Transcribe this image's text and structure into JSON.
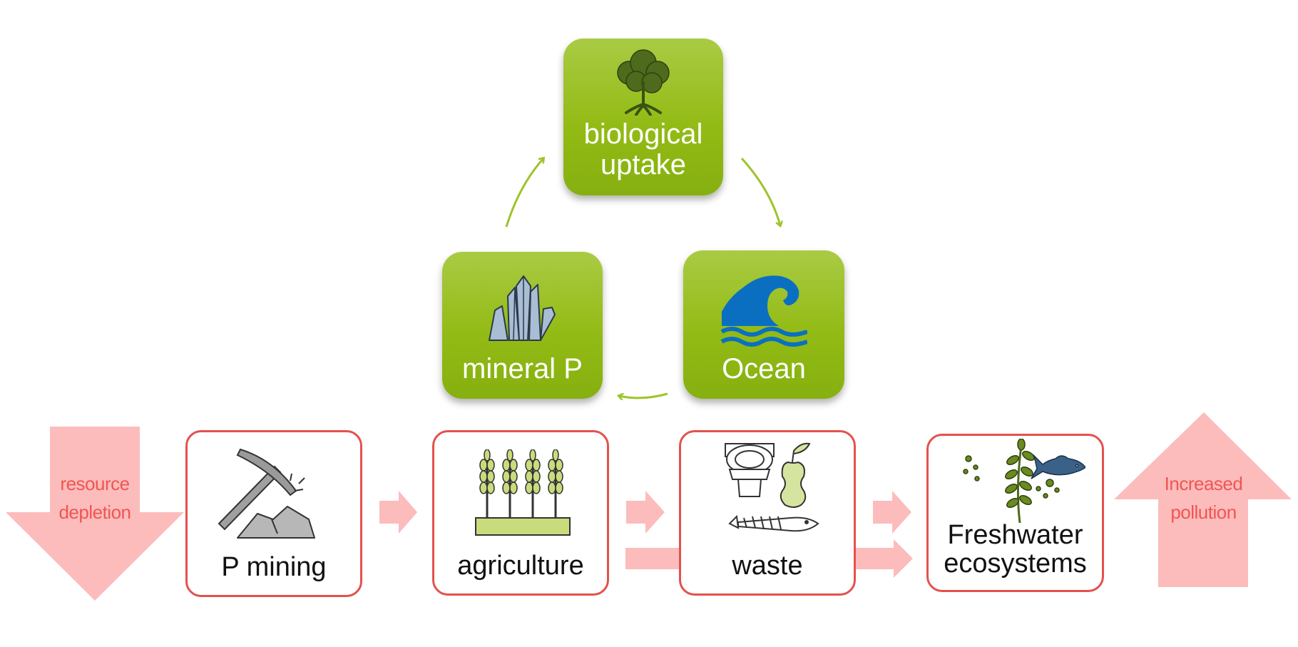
{
  "cycle": {
    "top": {
      "label_line1": "biological",
      "label_line2": "uptake",
      "icon": "tree-icon"
    },
    "left": {
      "label": "mineral P",
      "icon": "crystal-icon"
    },
    "right": {
      "label": "Ocean",
      "icon": "wave-icon"
    }
  },
  "flow": {
    "mining": {
      "label": "P mining",
      "icon": "pickaxe-icon"
    },
    "agriculture": {
      "label": "agriculture",
      "icon": "wheat-icon"
    },
    "waste": {
      "label": "waste",
      "icon": "toilet-food-waste-icon"
    },
    "freshwater": {
      "label_line1": "Freshwater",
      "label_line2": "ecosystems",
      "icon": "aquatic-plant-fish-icon"
    }
  },
  "side": {
    "left": {
      "line1": "resource",
      "line2": "depletion"
    },
    "right": {
      "line1": "Increased",
      "line2": "pollution"
    }
  },
  "colors": {
    "green_box": "#93bb15",
    "cycle_arrow": "#9dc42a",
    "red_border": "#e4514d",
    "pink_arrow": "#fcbcbc",
    "side_text": "#f05552"
  }
}
